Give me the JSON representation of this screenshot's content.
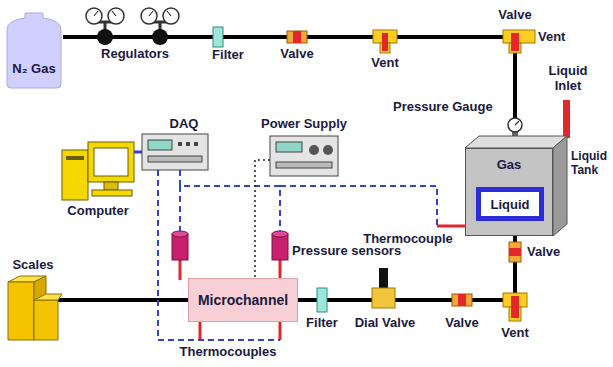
{
  "diagram": {
    "nodes": [
      {
        "text": [
          "N₂ Gas"
        ]
      },
      {
        "text": [
          "Gas"
        ]
      },
      {
        "text": [
          "Liquid"
        ],
        "in": 1
      },
      {
        "text": [
          "Microchannel"
        ]
      }
    ],
    "edges": [
      {
        "from": 0,
        "to": 1,
        "arrow": "none"
      },
      {
        "from": 1,
        "to": 3,
        "arrow": "none"
      }
    ],
    "labels": [
      "Regulators",
      "Filter",
      "Valve",
      "Vent",
      "Valve",
      "Vent",
      "Liquid Inlet",
      "Pressure Gauge",
      "Liquid Tank",
      "DAQ",
      "Power Supply",
      "Computer",
      "Thermocouple",
      "Valve",
      "Pressure sensors",
      "Filter",
      "Dial Valve",
      "Valve",
      "Vent",
      "Scales",
      "Thermocouples"
    ]
  }
}
